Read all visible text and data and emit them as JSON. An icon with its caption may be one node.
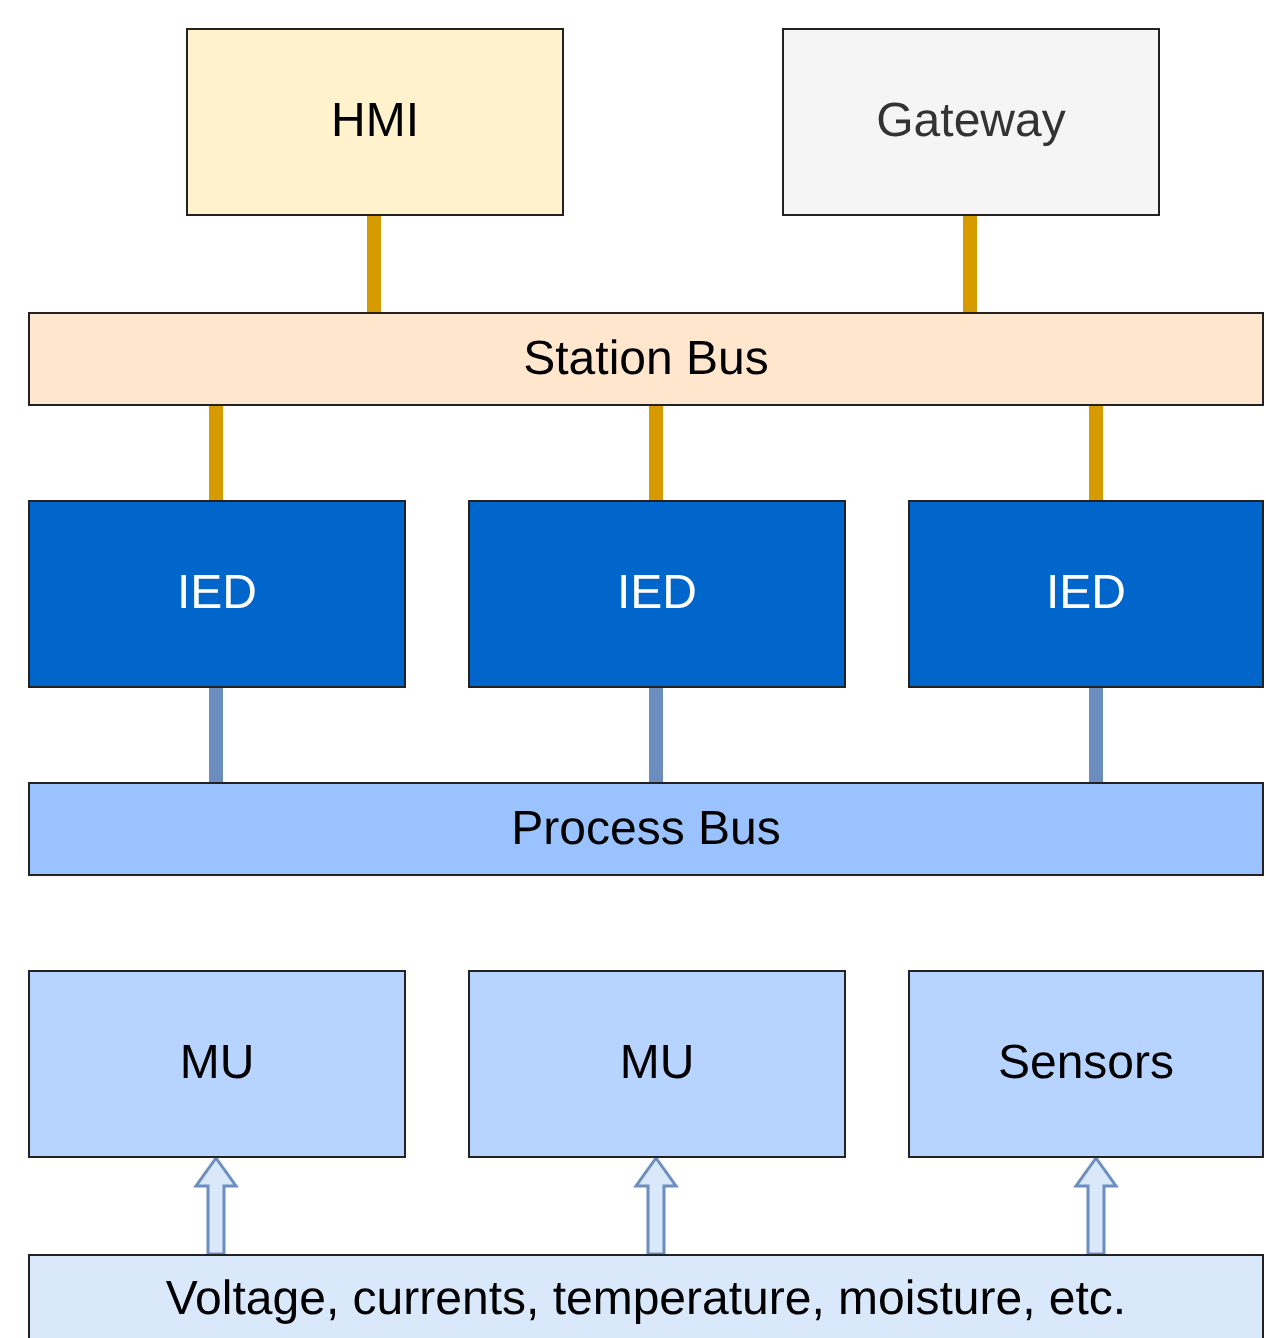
{
  "diagram": {
    "nodes": [
      {
        "text": [
          "HMI"
        ]
      },
      {
        "text": [
          "Gateway"
        ]
      },
      {
        "text": [
          "Station Bus"
        ]
      },
      {
        "text": [
          "IED"
        ]
      },
      {
        "text": [
          "IED"
        ]
      },
      {
        "text": [
          "IED"
        ]
      },
      {
        "text": [
          "Process Bus"
        ]
      },
      {
        "text": [
          "MU"
        ]
      },
      {
        "text": [
          "MU"
        ]
      },
      {
        "text": [
          "Sensors"
        ]
      },
      {
        "text": [
          "Voltage, currents, temperature, moisture, etc."
        ]
      }
    ],
    "edges": [
      {
        "from": 0,
        "to": 2,
        "arrow": "none",
        "color": "#d79b00"
      },
      {
        "from": 1,
        "to": 2,
        "arrow": "none",
        "color": "#d79b00"
      },
      {
        "from": 2,
        "to": 3,
        "arrow": "none",
        "color": "#d79b00"
      },
      {
        "from": 2,
        "to": 4,
        "arrow": "none",
        "color": "#d79b00"
      },
      {
        "from": 2,
        "to": 5,
        "arrow": "none",
        "color": "#d79b00"
      },
      {
        "from": 3,
        "to": 6,
        "arrow": "none",
        "color": "#6c8ebf"
      },
      {
        "from": 4,
        "to": 6,
        "arrow": "none",
        "color": "#6c8ebf"
      },
      {
        "from": 5,
        "to": 6,
        "arrow": "none",
        "color": "#6c8ebf"
      },
      {
        "from": 10,
        "to": 7,
        "arrow": "to",
        "color": "#6c8ebf"
      },
      {
        "from": 10,
        "to": 8,
        "arrow": "to",
        "color": "#6c8ebf"
      },
      {
        "from": 10,
        "to": 9,
        "arrow": "to",
        "color": "#6c8ebf"
      }
    ]
  }
}
